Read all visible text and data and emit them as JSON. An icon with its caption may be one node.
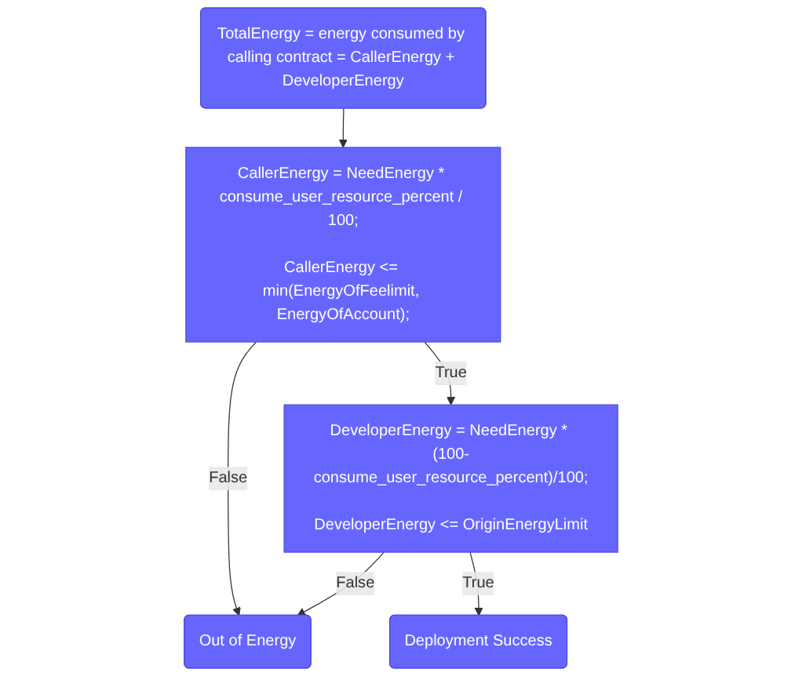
{
  "diagram": {
    "nodes": [
      {
        "text": [
          "TotalEnergy = energy consumed by calling contract = CallerEnergy + DeveloperEnergy"
        ]
      },
      {
        "text": [
          "CallerEnergy = NeedEnergy * consume_user_resource_percent / 100;",
          "CallerEnergy <= min(EnergyOfFeelimit, EnergyOfAccount);"
        ]
      },
      {
        "text": [
          "DeveloperEnergy = NeedEnergy * (100-consume_user_resource_percent)/100;",
          "DeveloperEnergy <= OriginEnergyLimit"
        ]
      },
      {
        "text": [
          "Deployment Success"
        ]
      },
      {
        "text": [
          "Out of Energy"
        ]
      }
    ],
    "edges": [
      {
        "from": 0,
        "to": 1,
        "arrow": "to"
      },
      {
        "from": 1,
        "to": 2,
        "label": "True",
        "arrow": "to"
      },
      {
        "from": 1,
        "to": 4,
        "label": "False",
        "arrow": "to"
      },
      {
        "from": 2,
        "to": 4,
        "label": "False",
        "arrow": "to"
      },
      {
        "from": 2,
        "to": 3,
        "label": "True",
        "arrow": "to"
      }
    ]
  }
}
